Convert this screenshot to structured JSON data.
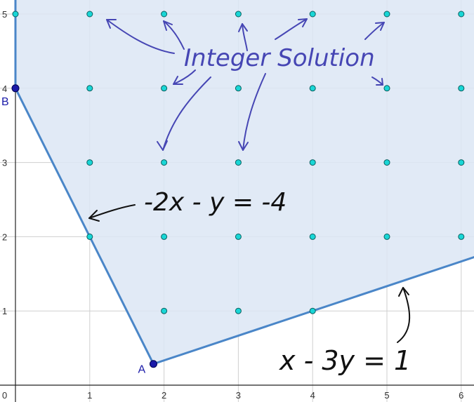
{
  "chart_data": {
    "type": "scatter",
    "title": "",
    "xlabel": "",
    "ylabel": "",
    "xlim": [
      0,
      6.2
    ],
    "ylim": [
      0,
      5.2
    ],
    "x_ticks": [
      "0",
      "1",
      "2",
      "3",
      "4",
      "5",
      "6"
    ],
    "y_ticks": [
      "1",
      "2",
      "3",
      "4",
      "5"
    ],
    "grid": true,
    "colors": {
      "region_fill": "#dce6f4",
      "boundary": "#4a86c8",
      "grid": "#cfcfcf",
      "lattice_point": "#19d6d6",
      "vertex": "#1a1aa8",
      "ink_blue": "#4646b4",
      "ink_black": "#111111"
    },
    "feasible_region": {
      "vertices": [
        {
          "label": "B",
          "x": 0,
          "y": 4
        },
        {
          "label": "A",
          "x": 1.857,
          "y": 0.286
        }
      ]
    },
    "boundary_lines": [
      {
        "equation": "-2x - y = -4"
      },
      {
        "equation": "x - 3y = 1"
      }
    ],
    "integer_points": [
      [
        0,
        5
      ],
      [
        1,
        5
      ],
      [
        2,
        5
      ],
      [
        3,
        5
      ],
      [
        4,
        5
      ],
      [
        5,
        5
      ],
      [
        6,
        5
      ],
      [
        1,
        4
      ],
      [
        2,
        4
      ],
      [
        3,
        4
      ],
      [
        4,
        4
      ],
      [
        5,
        4
      ],
      [
        6,
        4
      ],
      [
        1,
        3
      ],
      [
        2,
        3
      ],
      [
        3,
        3
      ],
      [
        4,
        3
      ],
      [
        5,
        3
      ],
      [
        6,
        3
      ],
      [
        1,
        2
      ],
      [
        2,
        2
      ],
      [
        3,
        2
      ],
      [
        4,
        2
      ],
      [
        5,
        2
      ],
      [
        6,
        2
      ],
      [
        2,
        1
      ],
      [
        3,
        1
      ],
      [
        4,
        1
      ]
    ],
    "annotations": {
      "integer_solution": "Integer Solution",
      "line1": "-2x - y = -4",
      "line2": "x - 3y = 1"
    }
  }
}
